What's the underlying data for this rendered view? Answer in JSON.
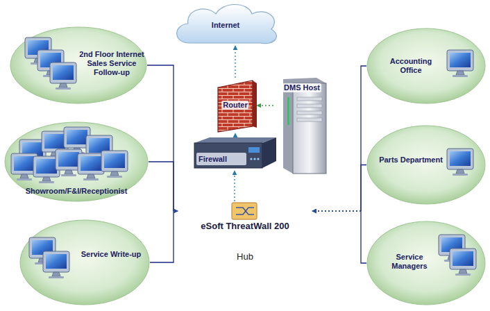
{
  "diagram": {
    "nodes": [
      {
        "text": [
          "Internet"
        ]
      },
      {
        "text": [
          "2nd Floor Internet Sales Service Follow-up"
        ]
      },
      {
        "text": [
          "Accounting Office"
        ]
      },
      {
        "text": [
          "Router"
        ]
      },
      {
        "text": [
          "DMS Host"
        ]
      },
      {
        "text": [
          "Firewall"
        ]
      },
      {
        "text": [
          "Showroom/F&I/Receptionist"
        ]
      },
      {
        "text": [
          "Parts Department"
        ]
      },
      {
        "text": [
          "eSoft ThreatWall 200",
          "Hub"
        ]
      },
      {
        "text": [
          "Service Write-up"
        ]
      },
      {
        "text": [
          "Service Managers"
        ]
      }
    ],
    "edges": [
      {
        "from": 1,
        "to": 8,
        "arrow": "to"
      },
      {
        "from": 6,
        "to": 8,
        "arrow": "to"
      },
      {
        "from": 9,
        "to": 8,
        "arrow": "to"
      },
      {
        "from": 2,
        "to": 8,
        "arrow": "to"
      },
      {
        "from": 7,
        "to": 8,
        "arrow": "to"
      },
      {
        "from": 10,
        "to": 8,
        "arrow": "to"
      },
      {
        "from": 8,
        "to": 5,
        "arrow": "to"
      },
      {
        "from": 5,
        "to": 3,
        "arrow": "to"
      },
      {
        "from": 3,
        "to": 0,
        "arrow": "to"
      },
      {
        "from": 4,
        "to": 3,
        "arrow": "to"
      }
    ]
  }
}
